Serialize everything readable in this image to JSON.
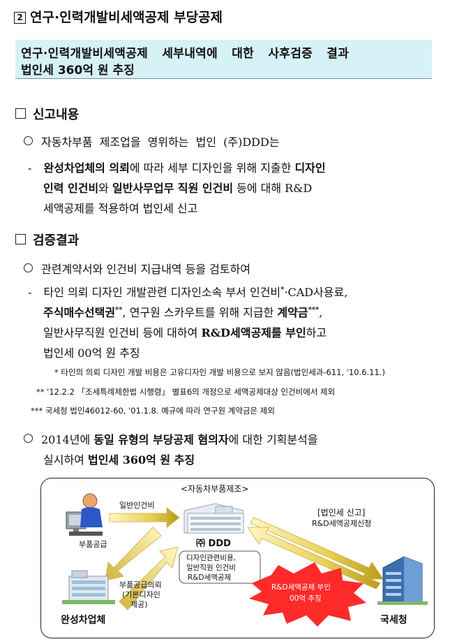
{
  "section": {
    "number": "2",
    "title": "연구·인력개발비세액공제 부당공제"
  },
  "banner": {
    "line1": "연구·인력개발비세액공제 세부내역에 대한 사후검증 결과",
    "line2": "법인세 360억 원 추징"
  },
  "report": {
    "heading": "신고내용",
    "bullet": "자동차부품 제조업을 영위하는 법인 (주)DDD는",
    "dash_l1_a": "완성차업체의 의뢰",
    "dash_l1_b": "에 따라 세부 디자인을 위해 지출한 ",
    "dash_l1_c": "디자인",
    "dash_l2_a": "인력 인건비",
    "dash_l2_b": "와 ",
    "dash_l2_c": "일반사무업무 직원 인건비",
    "dash_l2_d": " 등에 대해 R&D",
    "dash_l3": "세액공제를 적용하여 법인세 신고"
  },
  "result": {
    "heading": "검증결과",
    "bullet1": "관련계약서와 인건비 지급내역 등을 검토하여",
    "d_l1_a": "타인 의뢰 디자인 개발관련 디자인소속 부서 인건비",
    "d_l1_sup": "*",
    "d_l1_b": "·CAD사용료,",
    "d_l2_a": "주식매수선택권",
    "d_l2_sup": "**",
    "d_l2_b": ", 연구원 스카우트를 위해 지급한 ",
    "d_l2_c": "계약금",
    "d_l2_sup2": "***",
    "d_l2_d": ",",
    "d_l3_a": "일반사무직원 인건비 등에 대하여 ",
    "d_l3_b": "R&D세액공제를 부인",
    "d_l3_c": "하고",
    "d_l4": "법인세 00억 원 추징",
    "note1": "*  타인의 의뢰 디자인 개발 비용은 고유디자인 개발 비용으로 보지 않음(법인세과-611, '10.6.11.)",
    "note2": "**  '12.2.2 「조세특례제한법 시행령」 별표6의 개정으로 세액공제대상 인건비에서 제외",
    "note3": "***  국세청 법인46012-60, '01.1.8. 예규에 따라 연구원 계약금은 제외",
    "bullet2_a": "2014년에 ",
    "bullet2_b": "동일 유형의 부당공제 혐의자",
    "bullet2_c": "에 대한 기획분석을",
    "bullet2_l2_a": "실시하여 ",
    "bullet2_l2_b": "법인세 360억 원 추징"
  },
  "diagram": {
    "title": "<자동차부품제조>",
    "company": "㈜ DDD",
    "arrow_top": "일반인건비",
    "arrow_mid": "부품공급",
    "request": [
      "부품공급의뢰",
      "(기본디자인",
      "제공)"
    ],
    "costs": [
      "디자인관련비용,",
      "일반직원 인건비",
      "R&D세액공제"
    ],
    "filing_title": "[법인세 신고]",
    "filing_sub": "R&D세액공제신청",
    "denial": [
      "R&D세액공제 부인",
      "00억 추징"
    ],
    "automaker": "완성차업체",
    "nts": "국세청"
  }
}
